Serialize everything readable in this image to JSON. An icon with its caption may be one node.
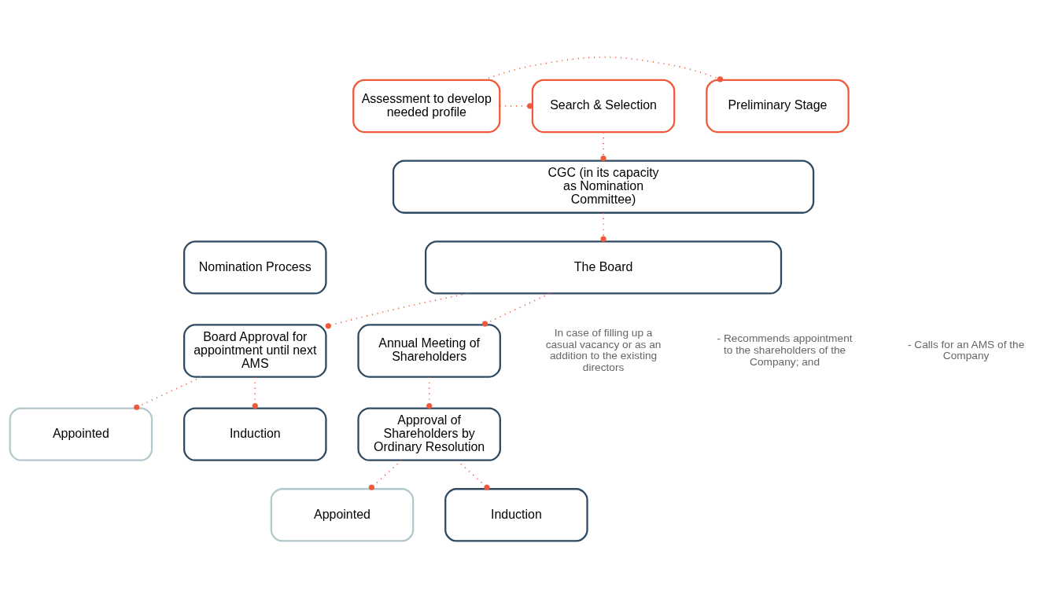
{
  "diagram": {
    "nodes": [
      {
        "text": [
          "Preliminary Stage"
        ]
      },
      {
        "text": [
          "Assessment to develop needed profile"
        ]
      },
      {
        "text": [
          "Search & Selection"
        ]
      },
      {
        "text": [
          "CGC (in its capacity as Nomination Committee)"
        ]
      },
      {
        "text": [
          "The Board"
        ]
      },
      {
        "text": [
          "Board Approval for appointment until next AMS"
        ]
      },
      {
        "text": [
          "Annual Meeting of Shareholders"
        ]
      },
      {
        "text": [
          "Nomination Process"
        ]
      },
      {
        "text": [
          "Appointed"
        ]
      },
      {
        "text": [
          "Induction"
        ]
      },
      {
        "text": [
          "Approval of Shareholders by Ordinary Resolution"
        ]
      },
      {
        "text": [
          "Appointed"
        ]
      },
      {
        "text": [
          "Induction"
        ]
      }
    ],
    "edges": [
      {
        "from": 1,
        "to": 0,
        "arrow": "other",
        "style": "dashed"
      },
      {
        "from": 1,
        "to": 2,
        "arrow": "other",
        "style": "dashed"
      },
      {
        "from": 2,
        "to": 3,
        "arrow": "other",
        "style": "dashed"
      },
      {
        "from": 3,
        "to": 4,
        "arrow": "other",
        "style": "dashed"
      },
      {
        "from": 4,
        "to": 5,
        "arrow": "other",
        "style": "dashed"
      },
      {
        "from": 4,
        "to": 6,
        "arrow": "other",
        "style": "dashed"
      },
      {
        "from": 5,
        "to": 8,
        "arrow": "other",
        "style": "dashed"
      },
      {
        "from": 5,
        "to": 9,
        "arrow": "other",
        "style": "dashed"
      },
      {
        "from": 6,
        "to": 10,
        "arrow": "other",
        "style": "dashed"
      },
      {
        "from": 10,
        "to": 11,
        "arrow": "other",
        "style": "dashed"
      },
      {
        "from": 10,
        "to": 12,
        "arrow": "other",
        "style": "dashed"
      }
    ],
    "labels": [
      "In case of filling up a casual vacancy or as an addition to the existing directors",
      "- Recommends appointment to the shareholders of the Company; and",
      "- Calls for an AMS of the Company"
    ]
  }
}
